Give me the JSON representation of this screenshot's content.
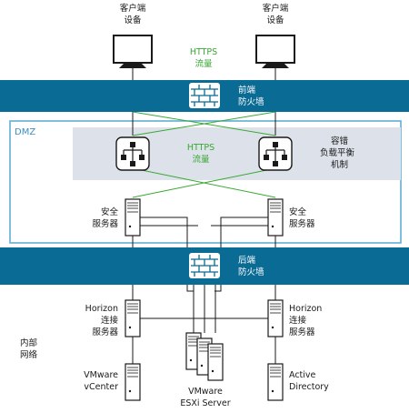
{
  "colors": {
    "band": "#0a6b94",
    "dmz_border": "#57a9d3",
    "lb_zone": "#dde1ea",
    "green_line": "#3aa935",
    "black_line": "#1a1a1a"
  },
  "icons": {
    "client": "monitor-icon",
    "firewall": "firewall-brick-icon",
    "load_balancer": "load-balancer-icon",
    "server": "server-tower-icon",
    "server_stack": "server-stack-icon"
  },
  "top": {
    "client_left": [
      "客户端",
      "设备"
    ],
    "client_right": [
      "客户端",
      "设备"
    ],
    "https_traffic": [
      "HTTPS",
      "流量"
    ]
  },
  "front_firewall": [
    "前端",
    "防火墙"
  ],
  "dmz": {
    "label": "DMZ",
    "https_traffic": [
      "HTTPS",
      "流量"
    ],
    "load_balancer": [
      "容错",
      "负载平衡",
      "机制"
    ],
    "security_server_left": [
      "安全",
      "服务器"
    ],
    "security_server_right": [
      "安全",
      "服务器"
    ]
  },
  "back_firewall": [
    "后端",
    "防火墙"
  ],
  "internal": {
    "zone_label": [
      "内部",
      "网络"
    ],
    "horizon_left": [
      "Horizon",
      "连接",
      "服务器"
    ],
    "horizon_right": [
      "Horizon",
      "连接",
      "服务器"
    ],
    "vcenter": [
      "VMware",
      "vCenter"
    ],
    "esxi": [
      "VMware",
      "ESXi Server"
    ],
    "active_directory": [
      "Active",
      "Directory"
    ]
  }
}
